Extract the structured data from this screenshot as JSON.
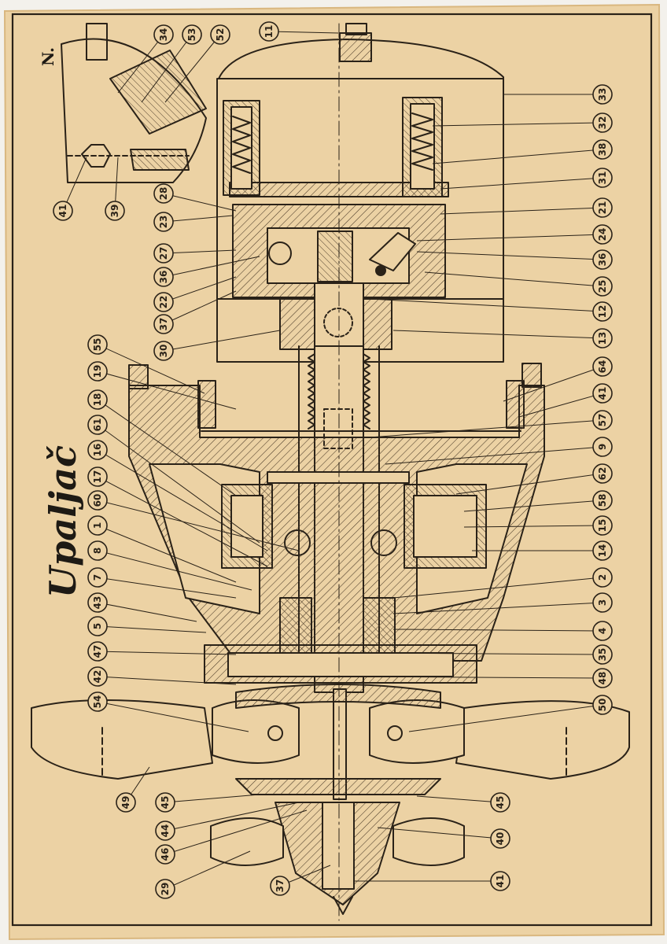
{
  "colors": {
    "page": "#f3f1ec",
    "paper": "#ecd2a4",
    "paper_edge": "#d9b77f",
    "ink": "#2a2218",
    "hatch": "#4a3a28"
  },
  "drawing": {
    "title": "Upaljač",
    "view_label": "N.",
    "callouts_left": [
      "41",
      "39",
      "28",
      "23",
      "27",
      "36",
      "22",
      "37",
      "30",
      "55",
      "19",
      "18",
      "61",
      "16",
      "17",
      "60",
      "1",
      "8",
      "7",
      "43",
      "5",
      "47",
      "42",
      "54",
      "49",
      "45",
      "44",
      "46",
      "29"
    ],
    "callouts_right": [
      "33",
      "32",
      "38",
      "31",
      "21",
      "24",
      "36",
      "25",
      "12",
      "13",
      "64",
      "41",
      "57",
      "9",
      "62",
      "58",
      "15",
      "14",
      "2",
      "3",
      "4",
      "35",
      "48",
      "50",
      "45",
      "40",
      "41"
    ],
    "callouts_inset": [
      "34",
      "53",
      "52"
    ],
    "callouts_top": [
      "11"
    ],
    "callouts_bottom": [
      "37"
    ]
  }
}
